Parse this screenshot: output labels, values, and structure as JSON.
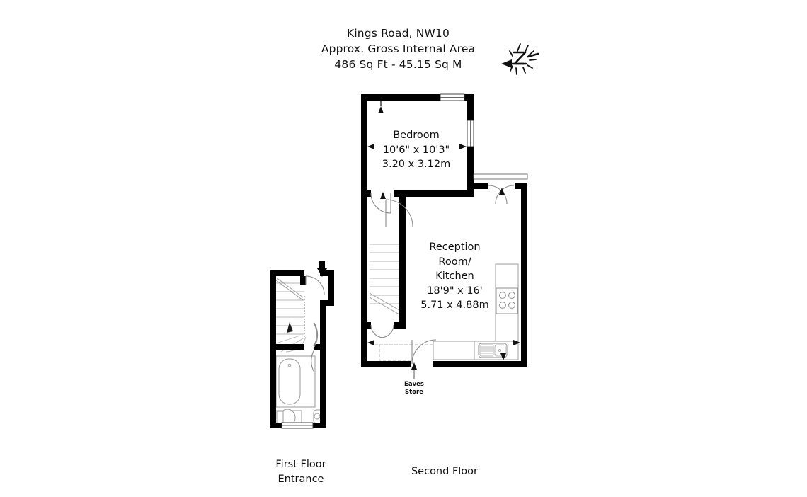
{
  "document": {
    "type": "floor-plan",
    "title_lines": [
      "Kings Road, NW10",
      "Approx. Gross Internal Area",
      "486 Sq Ft  -  45.15 Sq M"
    ],
    "address": "Kings Road, NW10",
    "area_label": "Approx. Gross Internal Area",
    "area_sqft": "486 Sq Ft",
    "area_sqm": "45.15 Sq M",
    "area_combined": "486 Sq Ft  -  45.15 Sq M",
    "compass": {
      "name": "north-arrow",
      "letter": "N",
      "direction": "left"
    },
    "colors": {
      "wall": "#000000",
      "background": "#ffffff",
      "fixture_line": "#9a9a9a",
      "dashed_line": "#a8a8a8",
      "text": "#111111"
    }
  },
  "floors": [
    {
      "id": "first-floor",
      "caption_lines": [
        "First Floor",
        "Entrance"
      ],
      "caption_line1": "First Floor",
      "caption_line2": "Entrance",
      "rooms": [],
      "features": [
        "entrance-door-arrow",
        "staircase-up",
        "bath-tub",
        "toilet",
        "wash-basin",
        "internal-door"
      ]
    },
    {
      "id": "second-floor",
      "caption_lines": [
        "Second Floor"
      ],
      "caption_line1": "Second Floor",
      "caption_line2": "",
      "rooms": [
        {
          "name": "Bedroom",
          "dim_imperial": "10'6\" x 10'3\"",
          "dim_metric": "3.20 x 3.12m"
        },
        {
          "name_lines": [
            "Reception",
            "Room/",
            "Kitchen"
          ],
          "name_line1": "Reception",
          "name_line2": "Room/",
          "name_line3": "Kitchen",
          "dim_imperial": "18'9\" x 16'",
          "dim_metric": "5.71 x 4.88m"
        }
      ],
      "annotations": [
        {
          "name": "eaves-store",
          "line1": "Eaves",
          "line2": "Store"
        }
      ],
      "features": [
        "window-bedroom-top",
        "window-bedroom-right",
        "double-doors-balcony",
        "staircase-down",
        "kitchen-counter",
        "hob-four-ring",
        "sink-with-drainer",
        "eaves-store-dashed"
      ]
    }
  ]
}
